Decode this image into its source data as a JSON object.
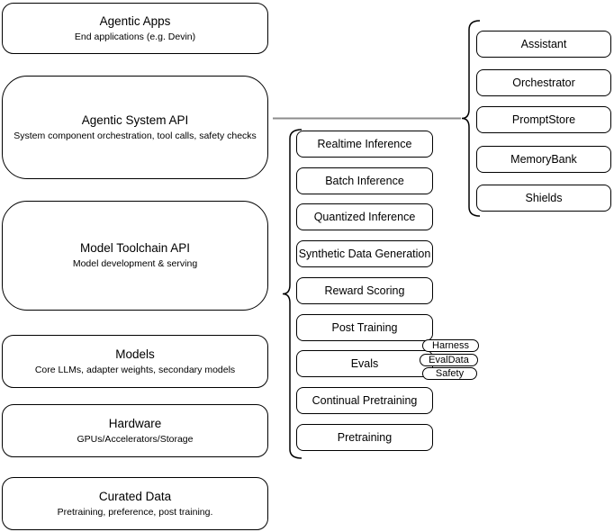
{
  "diagram": {
    "stack": [
      {
        "title": "Agentic Apps",
        "subtitle": "End applications (e.g. Devin)"
      },
      {
        "title": "Agentic System API",
        "subtitle": "System component orchestration, tool calls, safety checks"
      },
      {
        "title": "Model Toolchain API",
        "subtitle": "Model development & serving"
      },
      {
        "title": "Models",
        "subtitle": "Core LLMs, adapter weights, secondary models"
      },
      {
        "title": "Hardware",
        "subtitle": "GPUs/Accelerators/Storage"
      },
      {
        "title": "Curated Data",
        "subtitle": "Pretraining, preference, post training."
      }
    ],
    "toolchain_items": [
      "Realtime Inference",
      "Batch Inference",
      "Quantized Inference",
      "Synthetic Data Generation",
      "Reward Scoring",
      "Post Training",
      "Evals",
      "Continual Pretraining",
      "Pretraining"
    ],
    "evals_tags": [
      "Harness",
      "EvalData",
      "Safety"
    ],
    "system_items": [
      "Assistant",
      "Orchestrator",
      "PromptStore",
      "MemoryBank",
      "Shields"
    ],
    "colors": {
      "stroke": "#000000",
      "fill": "#ffffff",
      "connector": "#8c8c8c"
    }
  }
}
